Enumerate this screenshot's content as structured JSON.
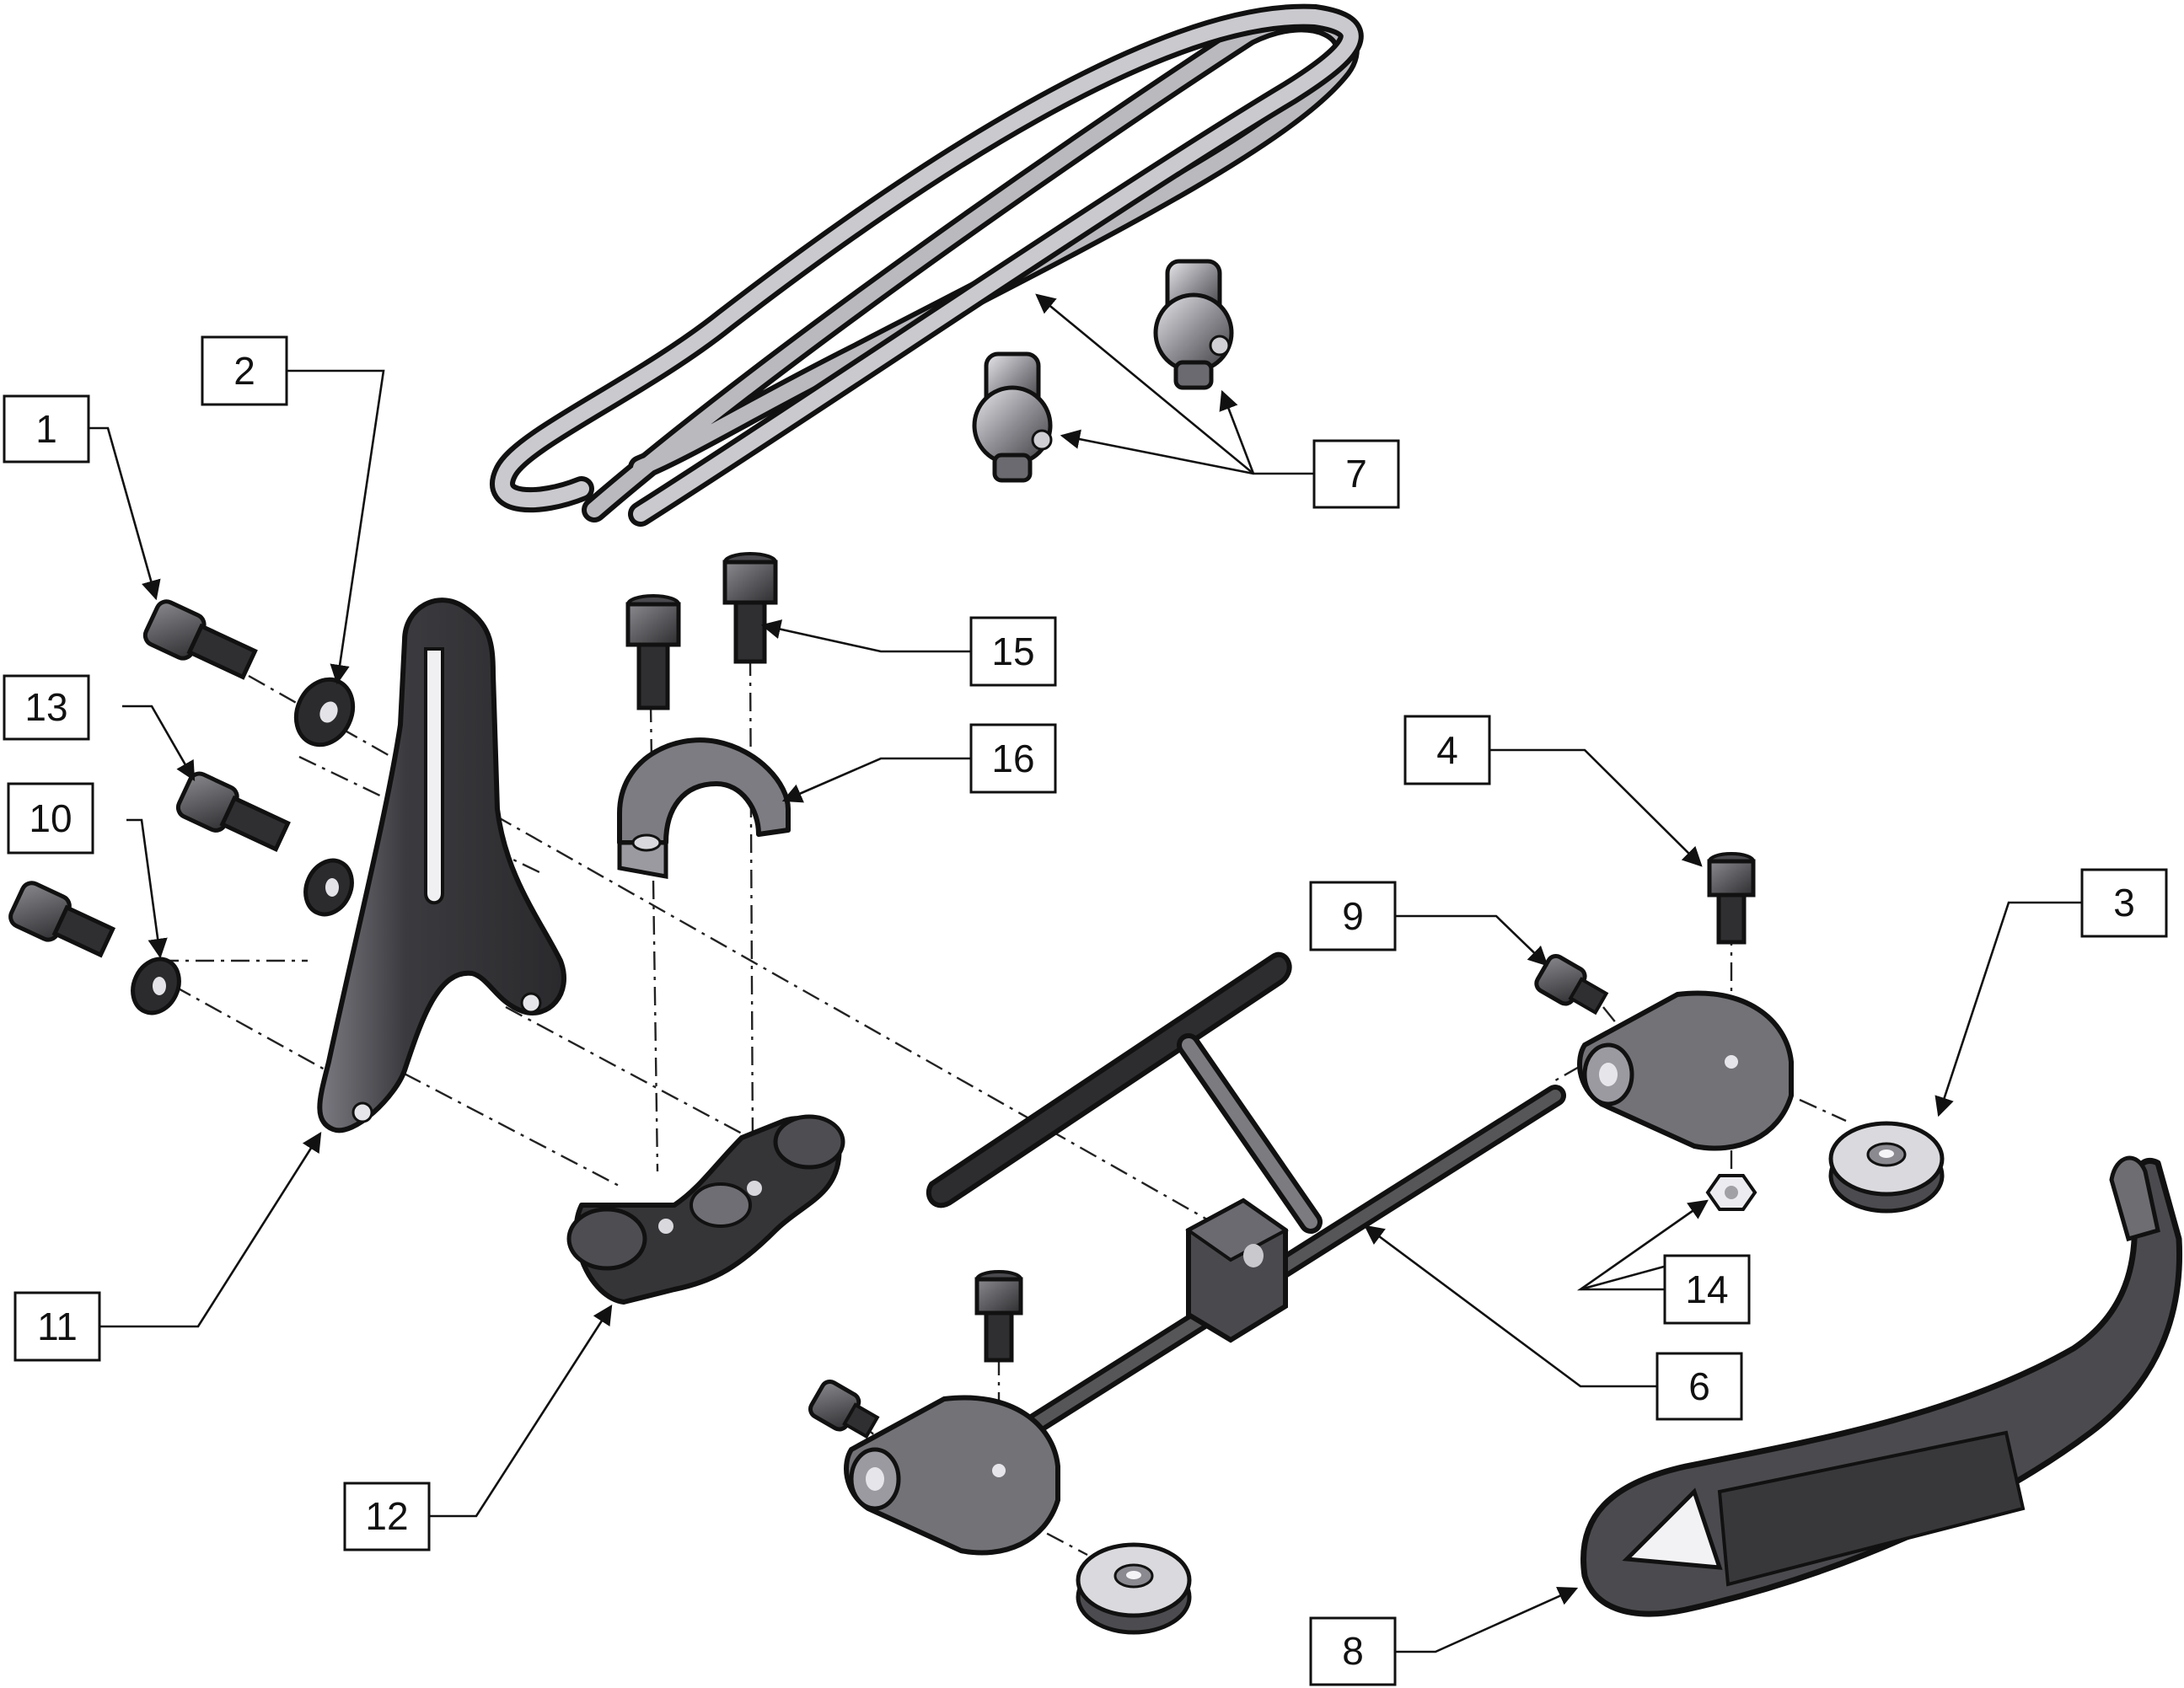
{
  "callouts": [
    {
      "id": "1",
      "label": "1"
    },
    {
      "id": "2",
      "label": "2"
    },
    {
      "id": "3",
      "label": "3"
    },
    {
      "id": "4",
      "label": "4"
    },
    {
      "id": "6",
      "label": "6"
    },
    {
      "id": "7",
      "label": "7"
    },
    {
      "id": "8",
      "label": "8"
    },
    {
      "id": "9",
      "label": "9"
    },
    {
      "id": "10",
      "label": "10"
    },
    {
      "id": "11",
      "label": "11"
    },
    {
      "id": "12",
      "label": "12"
    },
    {
      "id": "13",
      "label": "13"
    },
    {
      "id": "14",
      "label": "14"
    },
    {
      "id": "15",
      "label": "15"
    },
    {
      "id": "16",
      "label": "16"
    }
  ]
}
